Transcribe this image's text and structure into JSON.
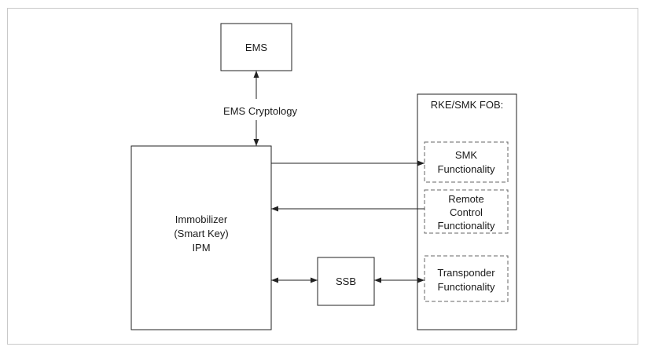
{
  "diagram": {
    "ems": "EMS",
    "ems_link_label": "EMS Cryptology",
    "immobilizer": [
      "Immobilizer",
      "(Smart Key)",
      "IPM"
    ],
    "ssb": "SSB",
    "fob_title": "RKE/SMK FOB:",
    "smk_functionality": [
      "SMK",
      "Functionality"
    ],
    "remote_control_functionality": [
      "Remote",
      "Control",
      "Functionality"
    ],
    "transponder_functionality": [
      "Transponder",
      "Functionality"
    ]
  }
}
